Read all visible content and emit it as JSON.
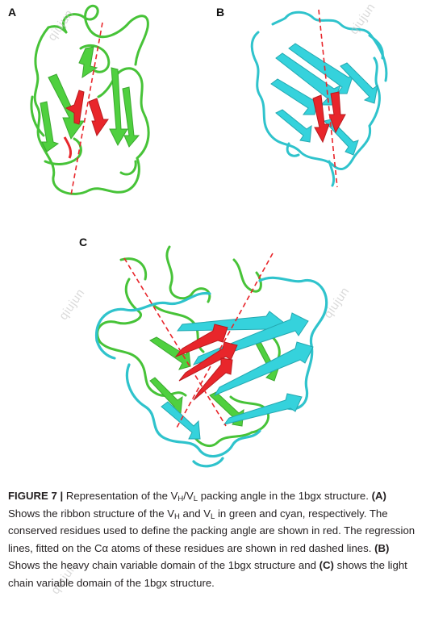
{
  "panels": {
    "a": {
      "label": "A"
    },
    "b": {
      "label": "B"
    },
    "c": {
      "label": "C"
    }
  },
  "watermark": "qiujun",
  "colors": {
    "vh_green": "#4fd03f",
    "vl_cyan": "#35d2dc",
    "conserved_red": "#e8262b",
    "regression_line": "#e8262b"
  },
  "caption": {
    "figure_label": "FIGURE 7 |",
    "s1": "Representation of the V",
    "s1_sub1": "H",
    "s1_mid": "/V",
    "s1_sub2": "L",
    "s1_end": " packing angle in the 1bgx structure.",
    "a_label": "(A)",
    "a_text1": " Shows the ribbon structure of the V",
    "a_sub1": "H",
    "a_text2": " and V",
    "a_sub2": "L",
    "a_text3": " in green and cyan, respectively. The conserved residues used to define the packing angle are shown in red. The regression lines, fitted on the Cα atoms of these residues are shown in red dashed lines. ",
    "b_label": "(B)",
    "b_text": " Shows the heavy chain variable domain of the 1bgx structure and ",
    "c_label": "(C)",
    "c_text": " shows the light chain variable domain of the 1bgx structure."
  }
}
